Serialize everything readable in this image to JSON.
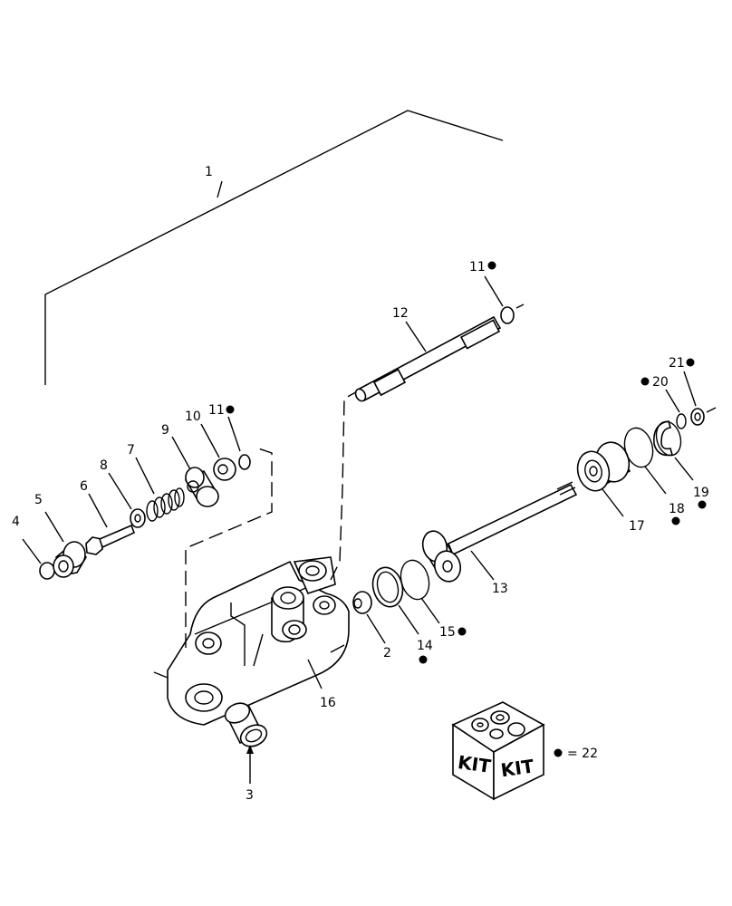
{
  "callouts": {
    "n1": "1",
    "n2": "2",
    "n3": "3",
    "n4": "4",
    "n5": "5",
    "n6": "6",
    "n7": "7",
    "n8": "8",
    "n9": "9",
    "n10": "10",
    "n11a": "11",
    "n11b": "11",
    "n12": "12",
    "n13": "13",
    "n14": "14",
    "n15": "15",
    "n16": "16",
    "n17": "17",
    "n18": "18",
    "n19": "19",
    "n20": "20",
    "n21": "21"
  },
  "kit": {
    "label_left": "KIT",
    "label_right": "KIT",
    "legend": "= 22"
  }
}
